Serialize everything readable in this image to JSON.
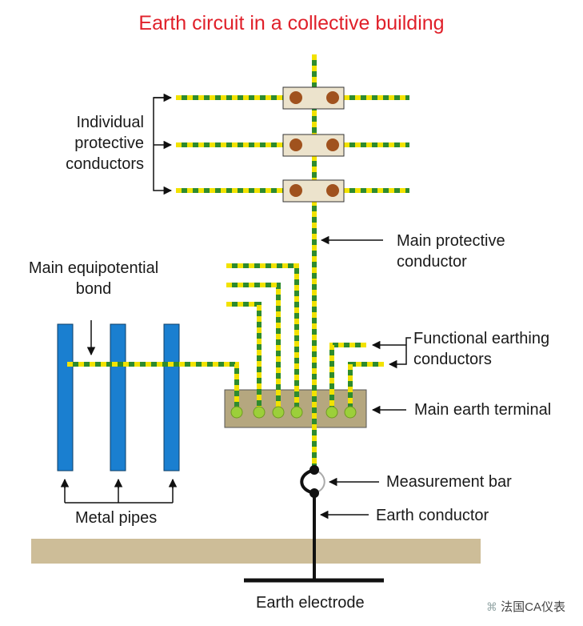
{
  "title": "Earth circuit in a collective building",
  "labels": {
    "individual_protective": [
      "Individual",
      "protective",
      "conductors"
    ],
    "main_protective": [
      "Main protective",
      "conductor"
    ],
    "main_equipotential": [
      "Main equipotential",
      "bond"
    ],
    "functional_earthing": [
      "Functional earthing",
      "conductors"
    ],
    "main_earth_terminal": "Main earth terminal",
    "measurement_bar": "Measurement bar",
    "earth_conductor": "Earth conductor",
    "metal_pipes": "Metal pipes",
    "earth_electrode": "Earth electrode"
  },
  "watermark": "法国CA仪表",
  "colors": {
    "title": "#e0202a",
    "conductor_green": "#2e8b2e",
    "conductor_yellow": "#f2e200",
    "pipe": "#1a7fd0",
    "terminal": "#b5a77f",
    "ground": "#cdbd98",
    "connector_brown": "#a0521e",
    "terminal_stud": "#9ccf3a"
  },
  "icons": [
    "wechat-icon"
  ]
}
